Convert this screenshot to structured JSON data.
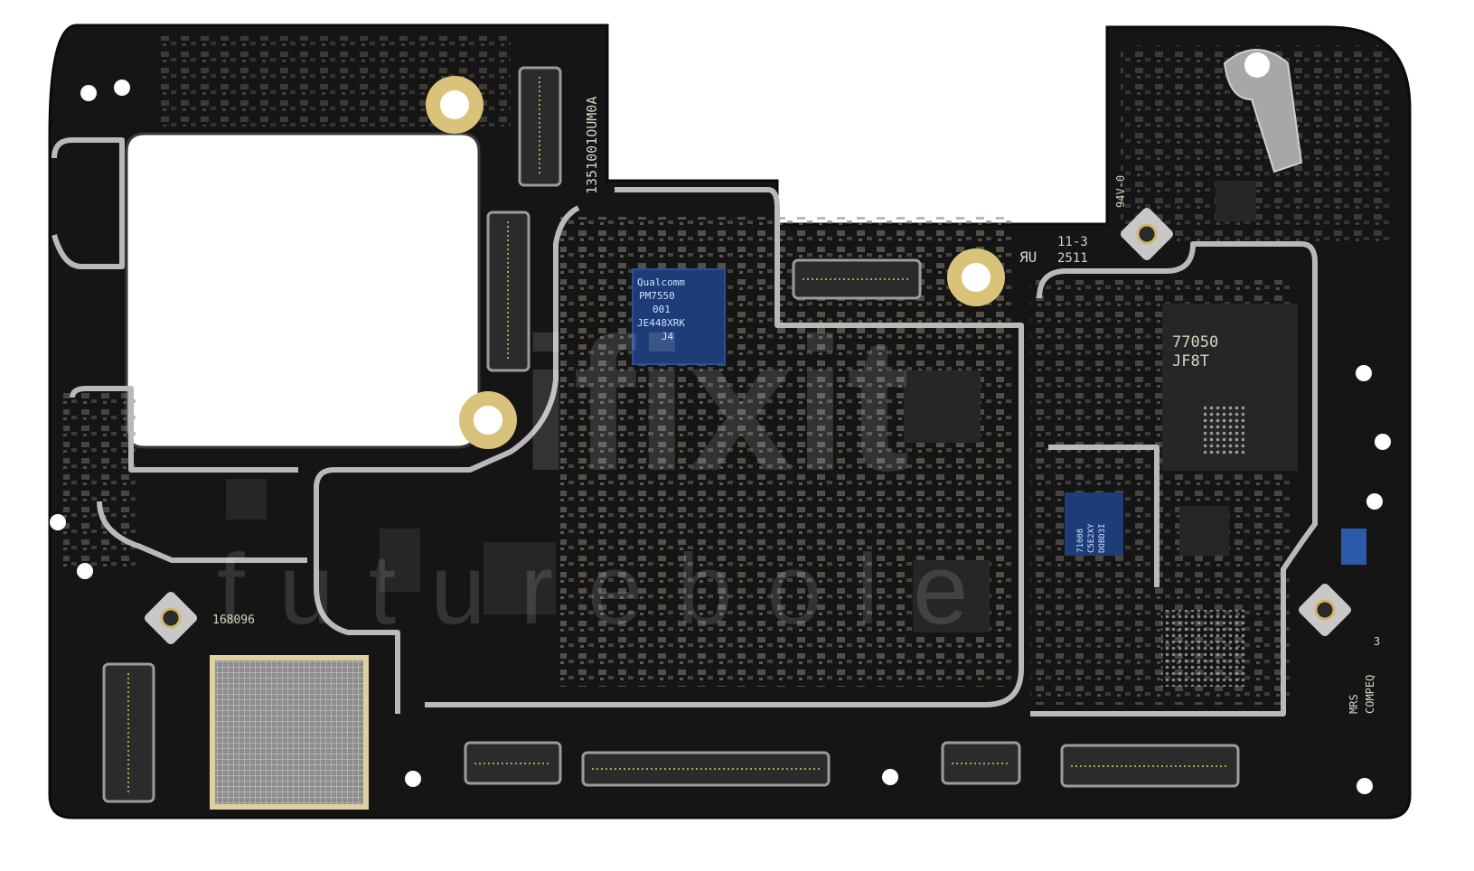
{
  "colors": {
    "pcb": "#151515",
    "pcb_edge": "#0b0b0b",
    "shield": "#b9b9b9",
    "chip": "#262626",
    "qualcomm_chip": "#1d3c78",
    "gold": "#d9c27a",
    "silkscreen": "#d8d2c0"
  },
  "silkscreen": {
    "board_number": "1351001OUM0A",
    "flammability": "94V-0",
    "date_line1": "11-3",
    "date_line2": "2511",
    "ul_mark": "ЯU",
    "serial": "168096",
    "cert_line1": "MRS",
    "cert_line2": "COMPEQ",
    "cert_num": "3"
  },
  "qualcomm_chip": {
    "line1": "Qualcomm",
    "line2": "PM7550",
    "line3": "001",
    "line4": "JE448XRK",
    "line5": "J4"
  },
  "rf_chip": {
    "line1": "77050",
    "line2": "JF8T"
  },
  "small_chip": {
    "line1": "71008",
    "line2": "C5E2XY",
    "line3": "DOBD3I"
  },
  "watermark": {
    "big": "ifixit",
    "small": "futurebole"
  },
  "icons": [
    "camera-cutout",
    "mounting-hole",
    "coax-connector",
    "board-to-board-connector",
    "rf-shield"
  ]
}
